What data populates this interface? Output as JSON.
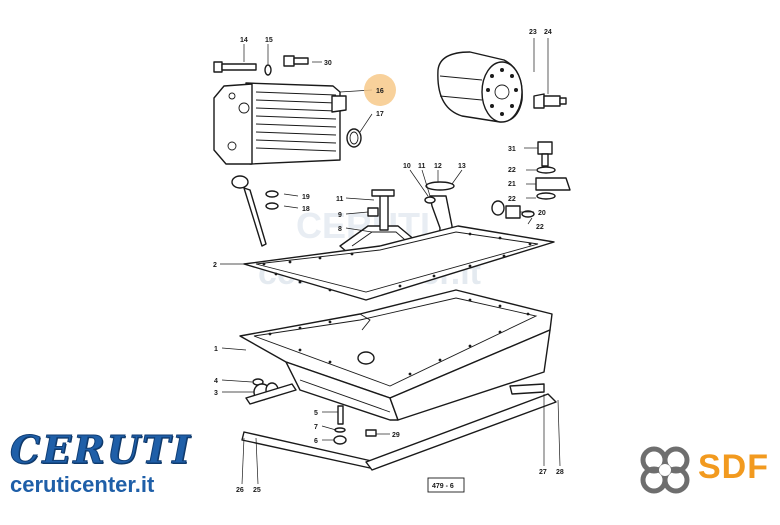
{
  "diagram": {
    "drawing_ref": "479 - 6",
    "labels": [
      {
        "id": "l14",
        "text": "14"
      },
      {
        "id": "l15",
        "text": "15"
      },
      {
        "id": "l30",
        "text": "30"
      },
      {
        "id": "l16",
        "text": "16"
      },
      {
        "id": "l17",
        "text": "17"
      },
      {
        "id": "l23",
        "text": "23"
      },
      {
        "id": "l24",
        "text": "24"
      },
      {
        "id": "l31",
        "text": "31"
      },
      {
        "id": "l22a",
        "text": "22"
      },
      {
        "id": "l21",
        "text": "21"
      },
      {
        "id": "l22b",
        "text": "22"
      },
      {
        "id": "l20",
        "text": "20"
      },
      {
        "id": "l22c",
        "text": "22"
      },
      {
        "id": "l10",
        "text": "10"
      },
      {
        "id": "l11a",
        "text": "11"
      },
      {
        "id": "l12",
        "text": "12"
      },
      {
        "id": "l13",
        "text": "13"
      },
      {
        "id": "l19",
        "text": "19"
      },
      {
        "id": "l18",
        "text": "18"
      },
      {
        "id": "l11b",
        "text": "11"
      },
      {
        "id": "l9",
        "text": "9"
      },
      {
        "id": "l8",
        "text": "8"
      },
      {
        "id": "l2",
        "text": "2"
      },
      {
        "id": "l1",
        "text": "1"
      },
      {
        "id": "l4",
        "text": "4"
      },
      {
        "id": "l3",
        "text": "3"
      },
      {
        "id": "l5",
        "text": "5"
      },
      {
        "id": "l7",
        "text": "7"
      },
      {
        "id": "l6",
        "text": "6"
      },
      {
        "id": "l29",
        "text": "29"
      },
      {
        "id": "l27",
        "text": "27"
      },
      {
        "id": "l28",
        "text": "28"
      },
      {
        "id": "l26",
        "text": "26"
      },
      {
        "id": "l25",
        "text": "25"
      }
    ]
  },
  "watermark": {
    "logo_text": "CERUTI",
    "site_text": "ceruticenter.it"
  },
  "brand_left": {
    "logo_text": "CERUTI",
    "site_text": "ceruticenter.it"
  },
  "brand_right": {
    "logo_text": "SDF"
  },
  "colors": {
    "ceruti_blue": "#1f5fa8",
    "sdf_orange": "#f29a1f",
    "highlight": "#f7c98a",
    "line": "#1a1a1a"
  }
}
